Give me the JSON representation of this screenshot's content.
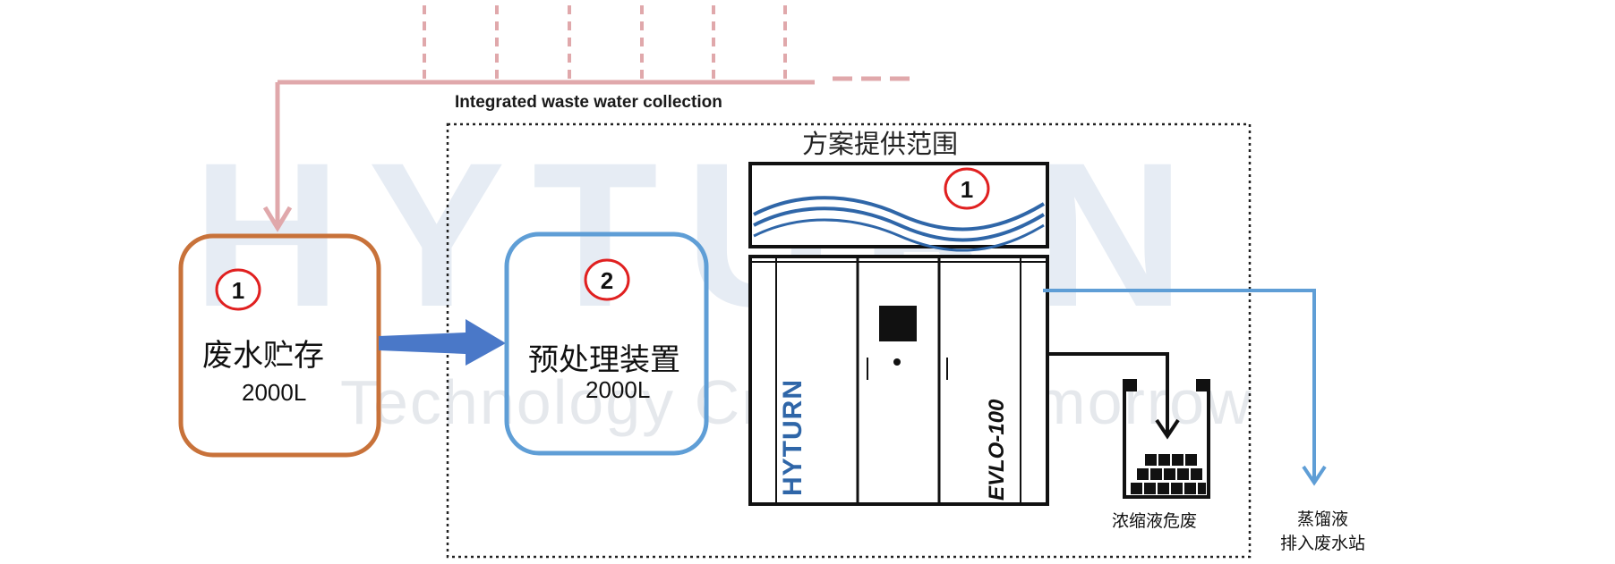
{
  "watermark": {
    "brand": "HYTURN",
    "slogan": "Technology Creating Tomorrow"
  },
  "collection_label": "Integrated waste water collection",
  "scope_label": "方案提供范围",
  "storage": {
    "badge": "1",
    "name": "废水贮存",
    "volume": "2000L"
  },
  "pretreatment": {
    "badge": "2",
    "name": "预处理装置",
    "volume": "2000L"
  },
  "evaporator": {
    "badge": "1",
    "logo": "HYTURN",
    "model": "EVLO-100"
  },
  "outputs": {
    "concentrate": "浓缩液危废",
    "distillate_line1": "蒸馏液",
    "distillate_line2": "排入废水站"
  },
  "colors": {
    "collection_pipe": "#e0a8ab",
    "storage_border": "#c8723a",
    "pretreatment_border": "#5f9ed6",
    "flow_arrow": "#4a78c8",
    "distillate_line": "#5f9ed6",
    "badge_ring": "#e02020"
  }
}
